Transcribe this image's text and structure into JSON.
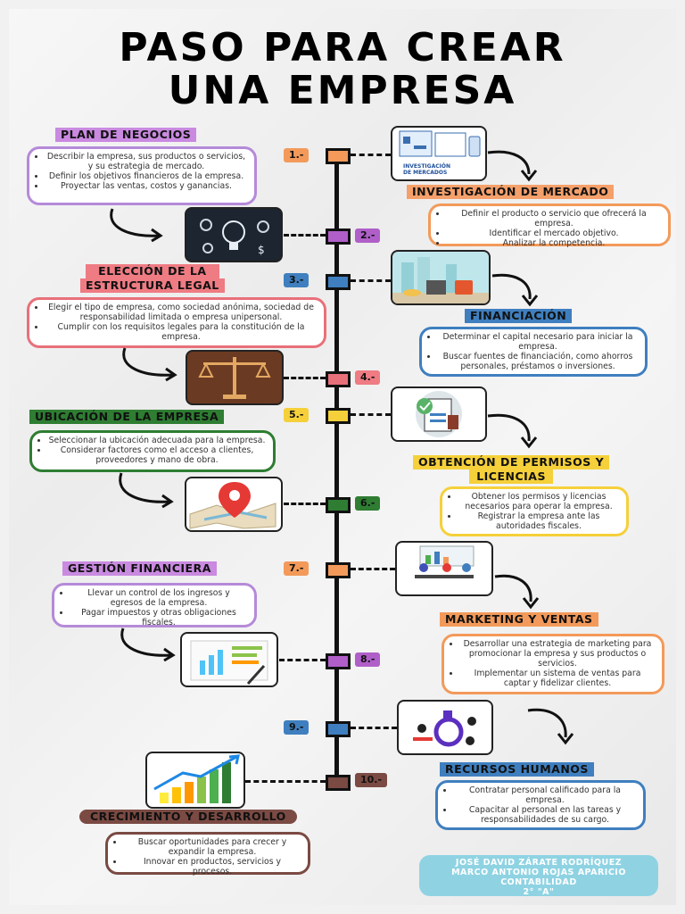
{
  "title_line1": "PASO PARA CREAR",
  "title_line2": "UNA EMPRESA",
  "steps": [
    {
      "tag": "1.-",
      "heading": "PLAN DE NEGOCIOS",
      "color": "#f39a5a",
      "head_color": "#c98ae0",
      "box_color": "#b58ad9",
      "items": [
        "Describir la empresa, sus productos o servicios, y su estrategia de mercado.",
        "Definir los objetivos financieros de la empresa.",
        "Proyectar las ventas, costos y ganancias."
      ]
    },
    {
      "tag": "2.-",
      "heading": "INVESTIGACIÓN DE MERCADO",
      "color": "#b05fc9",
      "head_color": "#f5a06a",
      "box_color": "#f39a5a",
      "image_label": "INVESTIGACIÓN DE MERCADOS",
      "items": [
        "Definir el producto o servicio que ofrecerá la empresa.",
        "Identificar el mercado objetivo.",
        "Analizar la competencia."
      ]
    },
    {
      "tag": "3.-",
      "heading": "FINANCIACIÓN",
      "color": "#3f7fbf",
      "head_color": "#3f7fbf",
      "box_color": "#3f7fbf",
      "items": [
        "Determinar el capital necesario para iniciar la empresa.",
        "Buscar fuentes de financiación, como ahorros personales, préstamos o inversiones."
      ]
    },
    {
      "tag": "4.-",
      "heading_line1": "ELECCIÓN DE LA",
      "heading_line2": "ESTRUCTURA LEGAL",
      "color": "#e8707a",
      "head_color": "#ef7b83",
      "box_color": "#e8707a",
      "items": [
        "Elegir el tipo de empresa, como sociedad anónima, sociedad de responsabilidad limitada o empresa unipersonal.",
        "Cumplir con los requisitos legales para la constitución de la empresa."
      ]
    },
    {
      "tag": "5.-",
      "heading_line1": "OBTENCIÓN DE PERMISOS Y",
      "heading_line2": "LICENCIAS",
      "color": "#f5d03a",
      "head_color": "#f5d03a",
      "box_color": "#f5d03a",
      "items": [
        "Obtener los permisos y licencias necesarios para operar la empresa.",
        "Registrar la empresa ante las autoridades fiscales."
      ]
    },
    {
      "tag": "6.-",
      "heading": "UBICACIÓN DE LA EMPRESA",
      "color": "#2e7d32",
      "head_color": "#2e7d32",
      "box_color": "#2e7d32",
      "items": [
        "Seleccionar la ubicación adecuada para la empresa.",
        "Considerar factores como el acceso a clientes, proveedores y mano de obra."
      ]
    },
    {
      "tag": "7.-",
      "heading": "MARKETING Y VENTAS",
      "color": "#f39a5a",
      "head_color": "#f39a5a",
      "box_color": "#f39a5a",
      "items": [
        "Desarrollar una estrategia de marketing para promocionar la empresa y sus productos o servicios.",
        "Implementar un sistema de ventas para captar y fidelizar clientes."
      ]
    },
    {
      "tag": "8.-",
      "heading": "GESTIÓN FINANCIERA",
      "color": "#b05fc9",
      "head_color": "#c98ae0",
      "box_color": "#b58ad9",
      "items": [
        "Llevar un control de los ingresos y egresos de la empresa.",
        "Pagar impuestos y otras obligaciones fiscales."
      ]
    },
    {
      "tag": "9.-",
      "heading": "RECURSOS HUMANOS",
      "color": "#3f7fbf",
      "head_color": "#3f7fbf",
      "box_color": "#3f7fbf",
      "items": [
        "Contratar personal calificado para la empresa.",
        "Capacitar al personal en las tareas y responsabilidades de su cargo."
      ]
    },
    {
      "tag": "10.-",
      "heading": "CRECIMIENTO Y DESARROLLO",
      "color": "#7a4a43",
      "head_color": "#7a4a43",
      "box_color": "#7a4a43",
      "items": [
        "Buscar oportunidades para crecer y expandir la empresa.",
        "Innovar en productos, servicios y procesos."
      ]
    }
  ],
  "credits": [
    "JOSÉ DAVID ZÁRATE RODRÍQUEZ",
    "MARCO ANTONIO ROJAS APARICIO",
    "CONTABILIDAD",
    "2° \"A\""
  ]
}
